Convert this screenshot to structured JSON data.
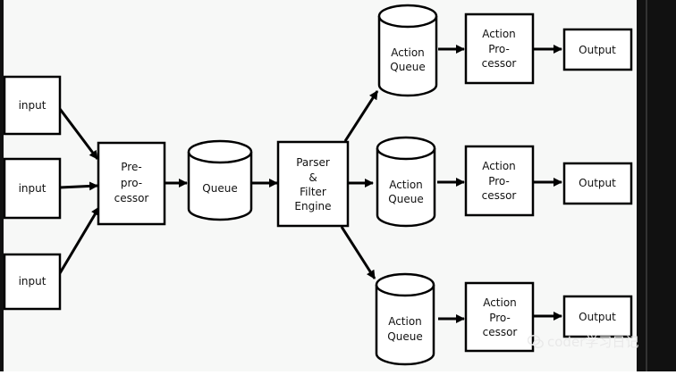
{
  "diagram": {
    "inputs": [
      {
        "label": [
          "input"
        ]
      },
      {
        "label": [
          "input"
        ]
      },
      {
        "label": [
          "input"
        ]
      }
    ],
    "preprocessor": {
      "label": [
        "Pre-",
        "pro-",
        "cessor"
      ]
    },
    "queue": {
      "label": [
        "Queue"
      ]
    },
    "parser": {
      "label": [
        "Parser",
        "&",
        "Filter",
        "Engine"
      ]
    },
    "action_queues": [
      {
        "label": [
          "Action",
          "Queue"
        ]
      },
      {
        "label": [
          "Action",
          "Queue"
        ]
      },
      {
        "label": [
          "Action",
          "Queue"
        ]
      }
    ],
    "action_processors": [
      {
        "label": [
          "Action",
          "Pro-",
          "cessor"
        ]
      },
      {
        "label": [
          "Action",
          "Pro-",
          "cessor"
        ]
      },
      {
        "label": [
          "Action",
          "Pro-",
          "cessor"
        ]
      }
    ],
    "outputs": [
      {
        "label": [
          "Output"
        ]
      },
      {
        "label": [
          "Output"
        ]
      },
      {
        "label": [
          "Output"
        ]
      }
    ]
  },
  "watermark": {
    "text": "coder学习日记",
    "icon": "wechat-icon"
  }
}
